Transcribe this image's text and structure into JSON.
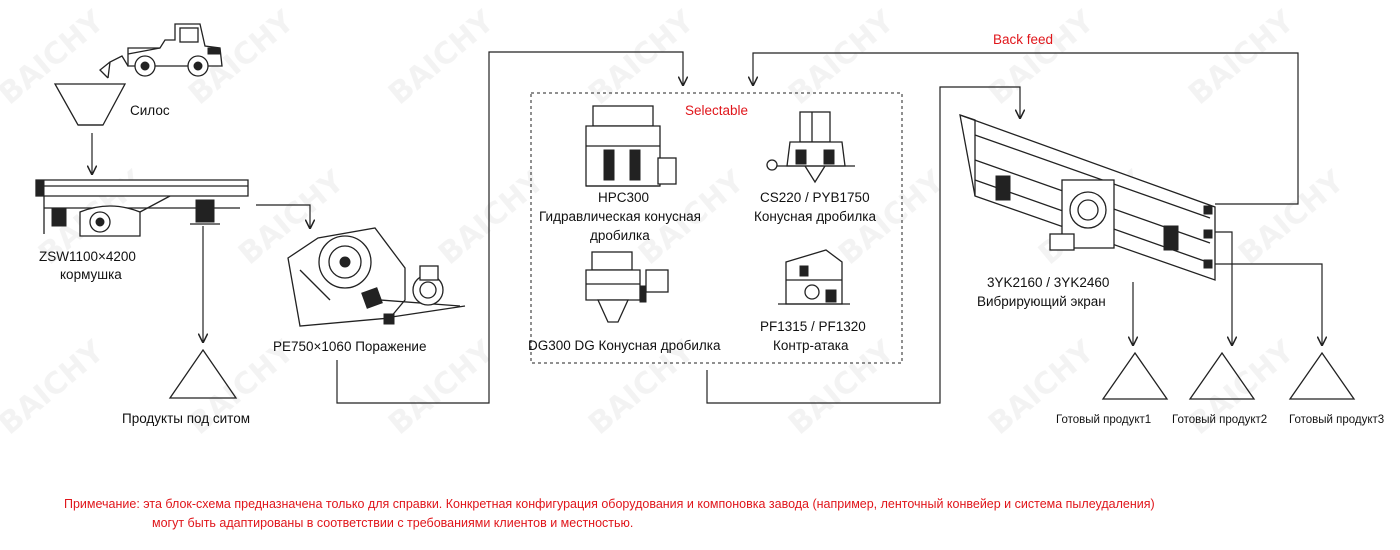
{
  "labels": {
    "silo": "Силос",
    "feeder_model": "ZSW1100×4200",
    "feeder_name": "кормушка",
    "undersize": "Продукты под ситом",
    "jaw": "PE750×1060 Поражение",
    "selectable": "Selectable",
    "hpc_model": "HPC300",
    "hpc_name_1": "Гидравлическая конусная",
    "hpc_name_2": "дробилка",
    "cs_model": "CS220 / PYB1750",
    "cs_name": "Конусная дробилка",
    "dg_label": "DG300 DG Конусная дробилка",
    "pf_model": "PF1315 / PF1320",
    "pf_name": "Контр-атака",
    "back_feed": "Back feed",
    "screen_model": "3YK2160 / 3YK2460",
    "screen_name": "Вибрирующий экран",
    "product1": "Готовый продукт1",
    "product2": "Готовый продукт2",
    "product3": "Готовый продукт3"
  },
  "note": {
    "line1": "Примечание: эта блок-схема предназначена только для справки. Конкретная конфигурация оборудования и компоновка завода (например, ленточный конвейер и система пылеудаления)",
    "line2": "могут быть адаптированы в соответствии с требованиями клиентов и местностью."
  },
  "watermark": "BAICHY",
  "colors": {
    "accent_red": "#e0161b",
    "line": "#222222"
  },
  "icons": [
    "wheel-loader-icon",
    "silo-hopper-icon",
    "vibrating-feeder-icon",
    "jaw-crusher-icon",
    "hpc-cone-crusher-icon",
    "cs-cone-crusher-icon",
    "dg-cone-crusher-icon",
    "impact-crusher-icon",
    "vibrating-screen-icon",
    "product-pile-icon"
  ]
}
